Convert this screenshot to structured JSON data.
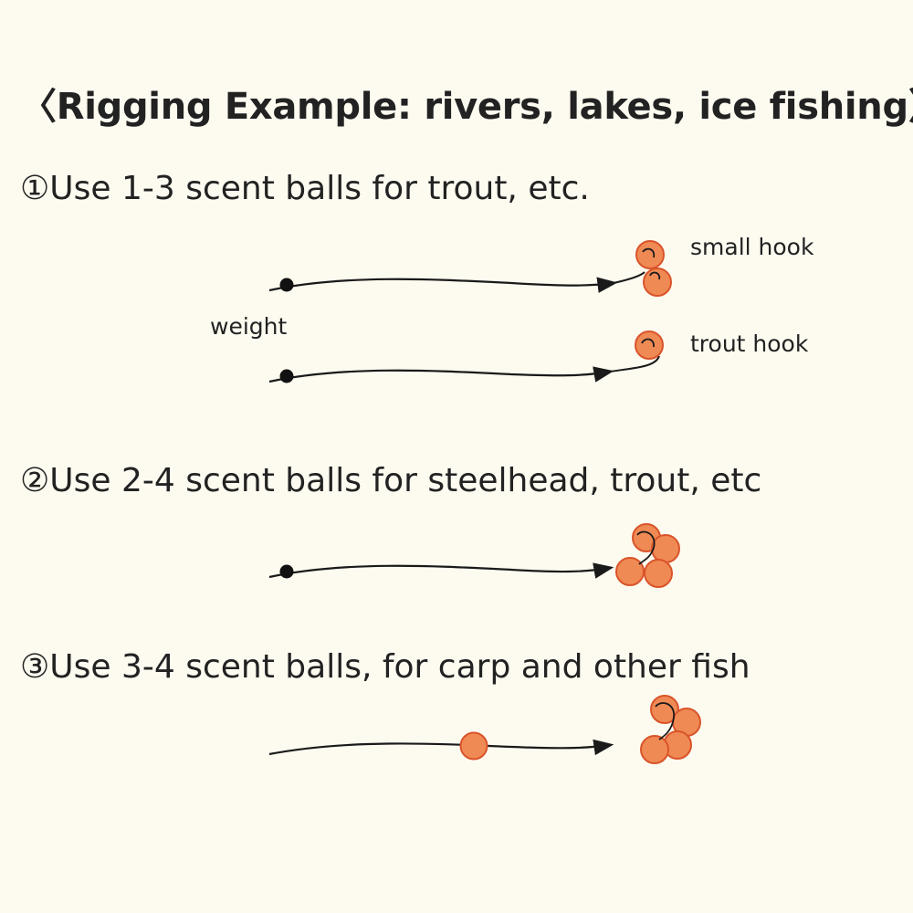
{
  "title": "〈Rigging Example: rivers, lakes, ice fishing〉",
  "steps": [
    {
      "marker": "①",
      "text": "Use 1-3 scent balls for trout, etc."
    },
    {
      "marker": "②",
      "text": "Use 2-4 scent balls for steelhead, trout, etc"
    },
    {
      "marker": "③",
      "text": "Use 3-4 scent balls, for carp and other fish"
    }
  ],
  "labels": {
    "small_hook": "small hook",
    "weight": "weight",
    "trout_hook": "trout hook"
  },
  "colors": {
    "background": "#fdfbf0",
    "ball_fill": "#f08a55",
    "ball_stroke": "#d9542a",
    "line": "#1a1a1a"
  }
}
